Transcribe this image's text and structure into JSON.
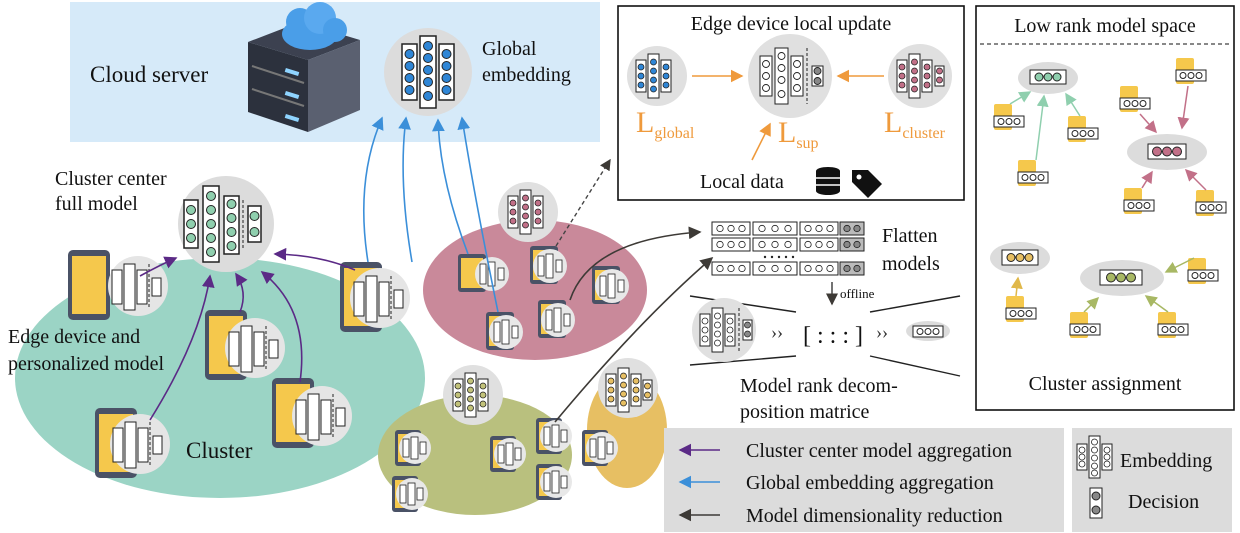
{
  "cloud": {
    "title": "Cloud server",
    "embedding_label_1": "Global",
    "embedding_label_2": "embedding"
  },
  "cluster": {
    "center_label_1": "Cluster center",
    "center_label_2": "full model",
    "device_label_1": "Edge device and",
    "device_label_2": "personalized model",
    "name": "Cluster"
  },
  "local_update": {
    "title": "Edge device local update",
    "l_global_main": "L",
    "l_global_sub": "global",
    "l_sup_main": "L",
    "l_sup_sub": "sup",
    "l_cluster_main": "L",
    "l_cluster_sub": "cluster",
    "local_data": "Local data"
  },
  "low_rank": {
    "title": "Low rank model space",
    "assignment": "Cluster assignment"
  },
  "reduction": {
    "flatten_1": "Flatten",
    "flatten_2": "models",
    "offline": "offline",
    "matrix_symbol": "[ : : : ]",
    "caption_1": "Model rank decom-",
    "caption_2": "position matrice"
  },
  "legend": {
    "items": [
      {
        "label": "Cluster center model aggregation",
        "color": "#5b2a86"
      },
      {
        "label": "Global embedding aggregation",
        "color": "#3b8fd9"
      },
      {
        "label": "Model dimensionality reduction",
        "color": "#3d3a36"
      }
    ],
    "embedding": "Embedding",
    "decision": "Decision"
  },
  "colors": {
    "cloud_bg": "#d6eaf9",
    "teal_cluster": "#9bd4c5",
    "pink_cluster": "#c9899a",
    "olive_cluster": "#b9c07e",
    "gold_cluster": "#e7bf63",
    "accent_orange": "#ef9a3c",
    "phone_yellow": "#f5c84c",
    "phone_dark": "#4a5266"
  }
}
